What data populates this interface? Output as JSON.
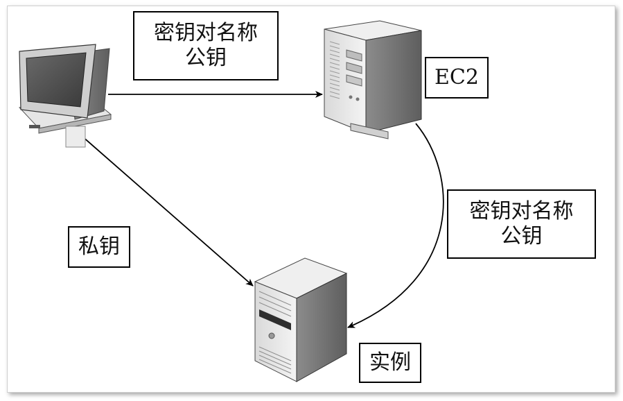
{
  "labels": {
    "public_key_top": {
      "line1": "密钥对名称",
      "line2": "公钥"
    },
    "public_key_right": {
      "line1": "密钥对名称",
      "line2": "公钥"
    },
    "ec2": "EC2",
    "private_key": "私钥",
    "instance": "实例"
  }
}
